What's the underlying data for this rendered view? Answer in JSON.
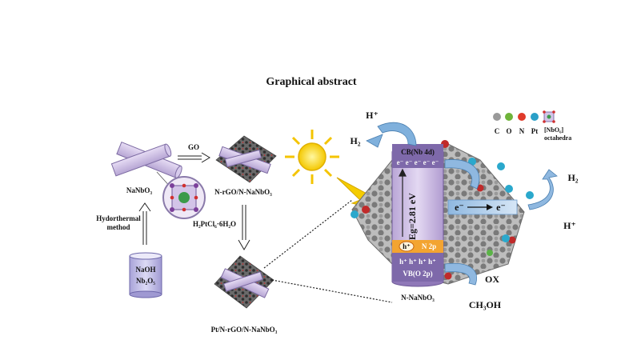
{
  "title": "Graphical abstract",
  "synthesis": {
    "nanbo3": "NaNbO₃",
    "hydrothermal": [
      "Hydorthermal",
      "method"
    ],
    "reagents": [
      "NaOH",
      "Nb₂O₅"
    ],
    "go": "GO",
    "nrgo": "N-rGO/N-NaNbO₃",
    "ptcl": "H₂PtCl₆·6H₂O",
    "product": "Pt/N-rGO/N-NaNbO₃"
  },
  "legend": {
    "letters": [
      "C",
      "O",
      "N",
      "Pt"
    ],
    "octa": [
      "[NbO₆]",
      "octahedra"
    ],
    "colors": [
      "#9a9a9a",
      "#e03a2a",
      "#6fb43a",
      "#2aa0c8"
    ]
  },
  "band": {
    "h_plus_top": "H⁺",
    "h2_top": "H₂",
    "cb": "CB(Nb 4d)",
    "electrons": "e⁻ e⁻ e⁻ e⁻ e⁻",
    "gap": "Eg=2.81 eV",
    "n2p_hole": "h⁺",
    "n2p": "N 2p",
    "holes": "h⁺ h⁺ h⁺ h⁺",
    "vb": "VB(O 2p)",
    "material": "N-NaNbO₃",
    "transfer_e1": "e⁻",
    "transfer_e2": "e⁻",
    "h2_right": "H₂",
    "h_plus_right": "H⁺",
    "ox": "OX",
    "methanol": "CH₃OH"
  }
}
